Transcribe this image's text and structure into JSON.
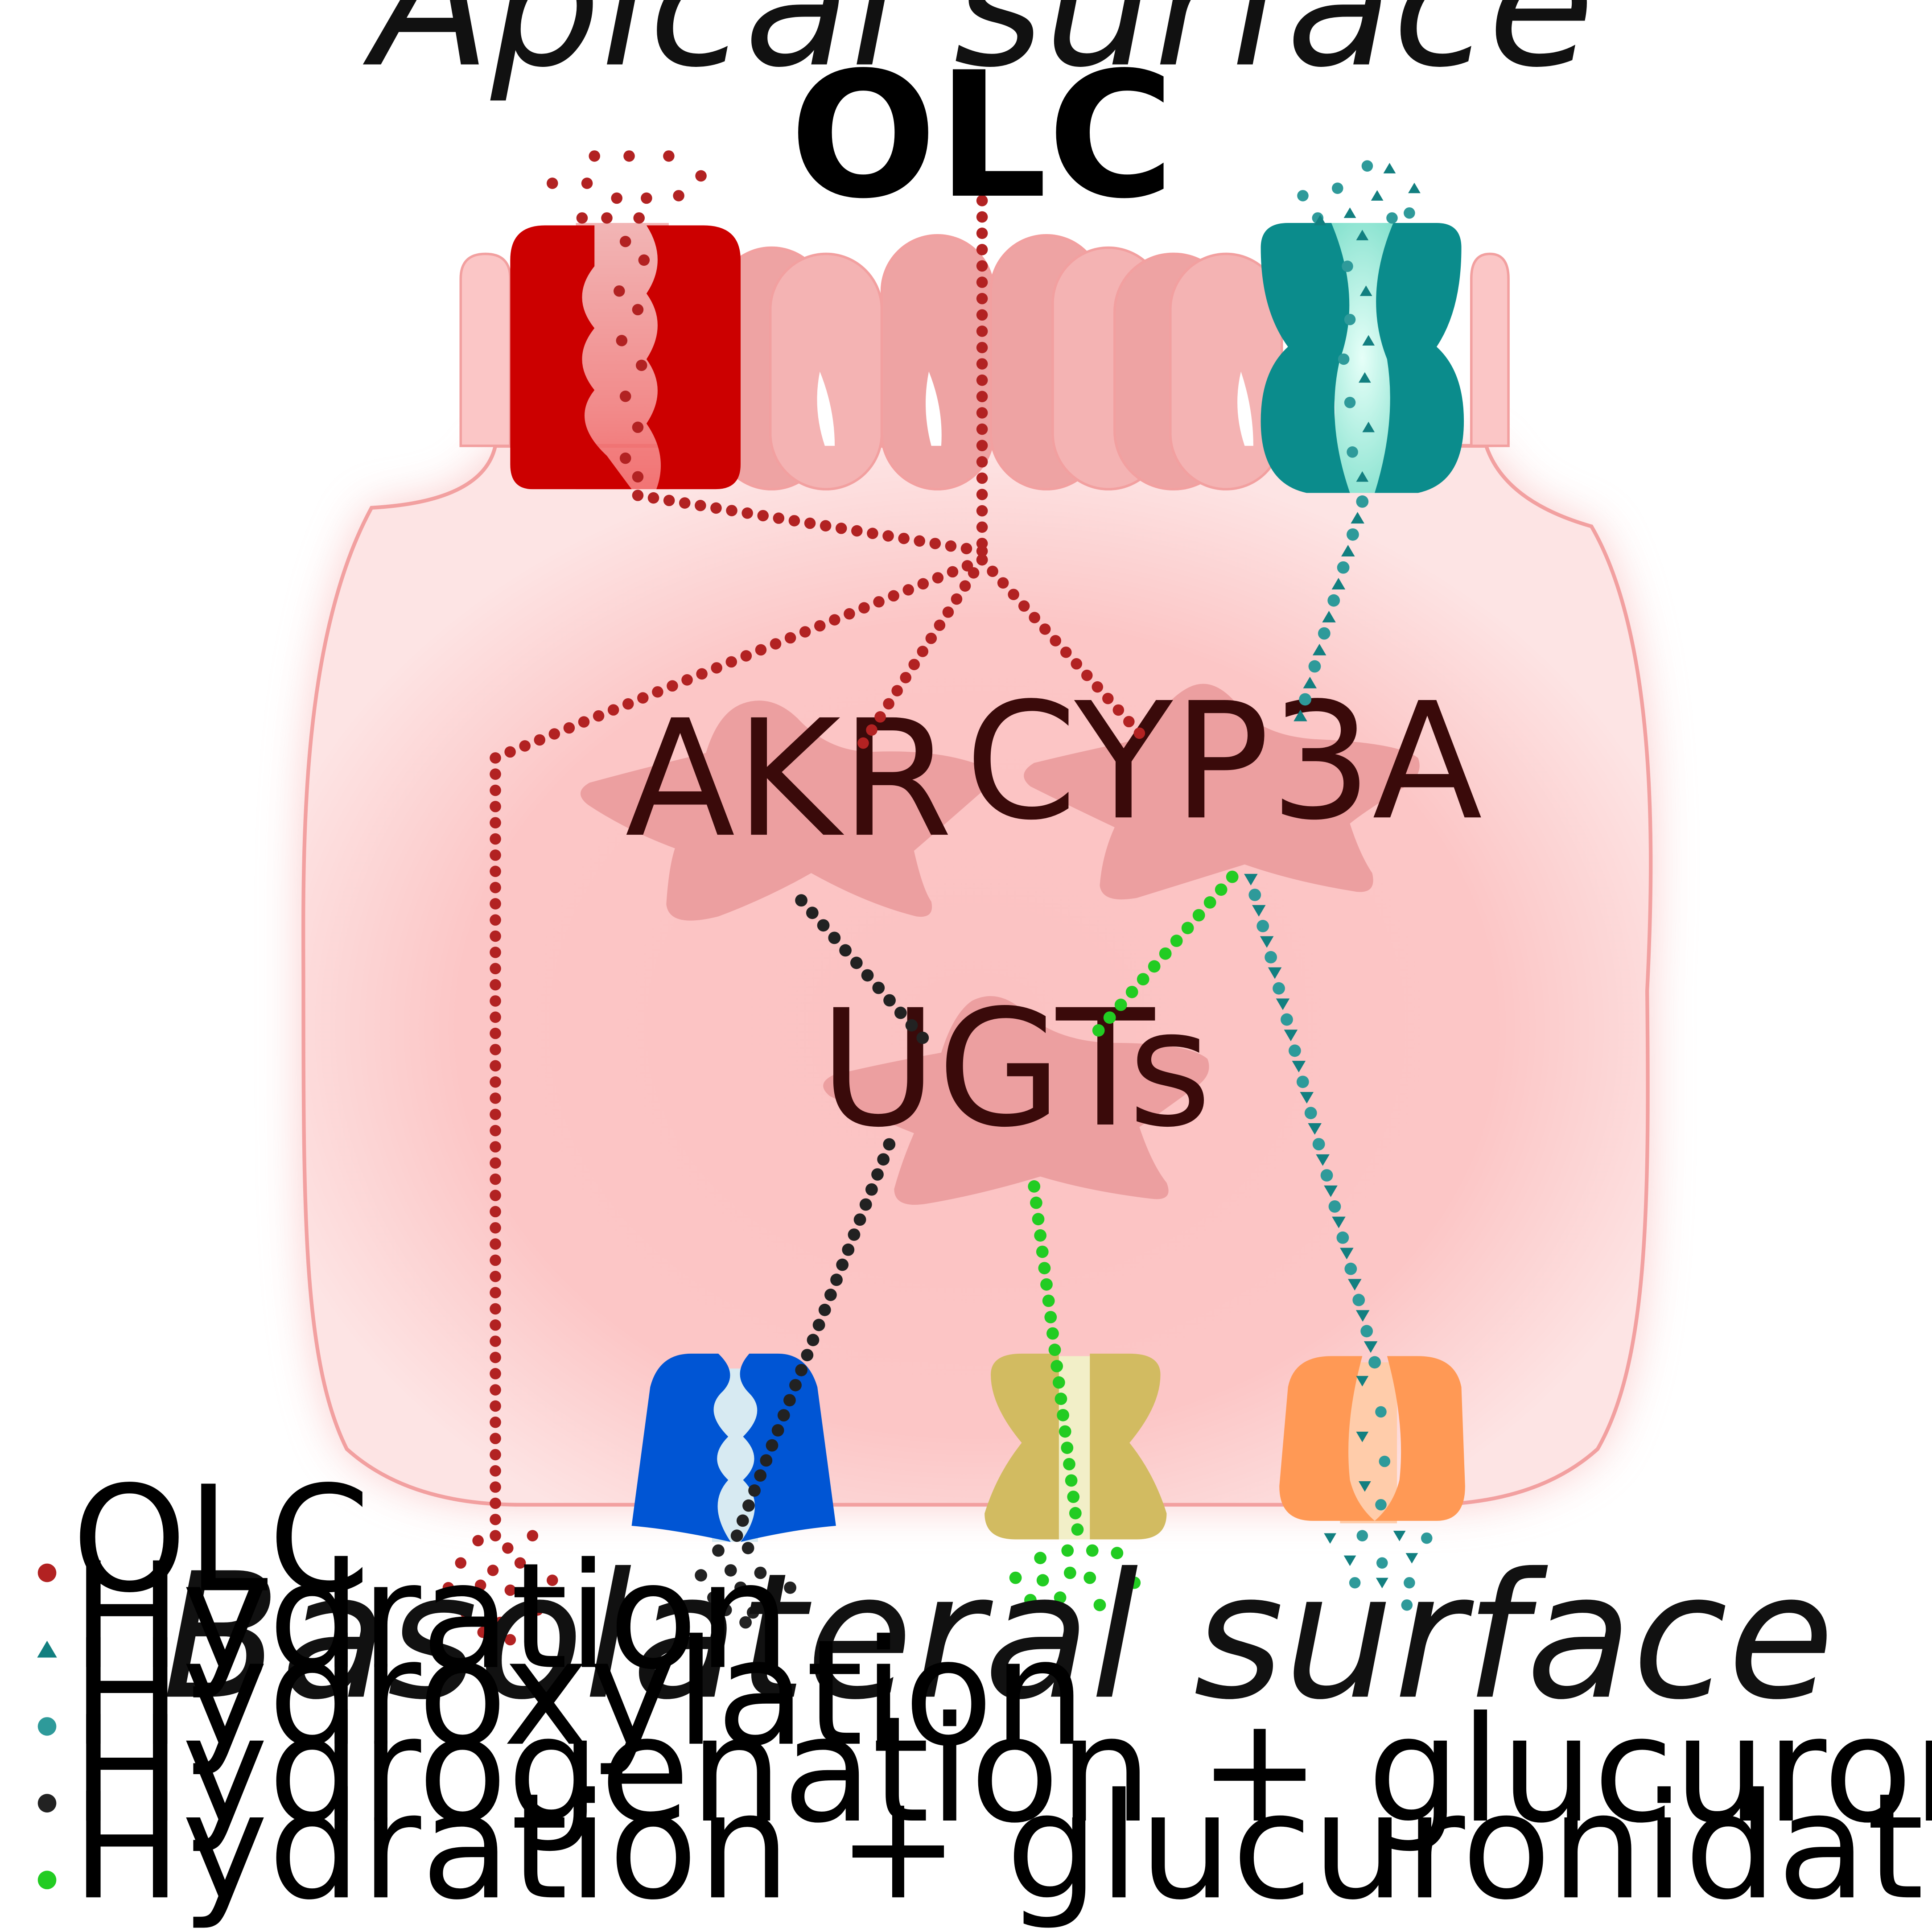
{
  "labels": {
    "apical": "Apical surface",
    "basolateral": "Basolateral surface",
    "compound": "OLC"
  },
  "enzymes": {
    "akr": "AKR",
    "cyp3a": "CYP3A",
    "ugts": "UGTs"
  },
  "legend": [
    {
      "label": "OLC",
      "marker": "dot",
      "color": "#b22222"
    },
    {
      "label": "Hydration",
      "marker": "triangle",
      "color": "#127f80"
    },
    {
      "label": "Hydroxylation",
      "marker": "dot",
      "color": "#2e9a9a"
    },
    {
      "label": "Hydrogenation + glucuronidation",
      "marker": "dot",
      "color": "#222222"
    },
    {
      "label": "Hydration + glucuronidation",
      "marker": "dot",
      "color": "#22cc22"
    }
  ],
  "colors": {
    "cell_fill": "#fbc6c6",
    "cell_edge": "#f2a0a0",
    "microvilli": "#eea3a3",
    "enzyme": "#ec9fa0",
    "transporter_red": "#cc0000",
    "transporter_teal": "#0b8c8c",
    "transporter_blue": "#0055d4",
    "transporter_olive": "#d2bb61",
    "transporter_orange": "#ff9955",
    "olc": "#b22222",
    "hydration": "#127f80",
    "hydroxylation": "#2e9a9a",
    "hydrogenation_glucuronidation": "#222222",
    "hydration_glucuronidation": "#22cc22"
  }
}
